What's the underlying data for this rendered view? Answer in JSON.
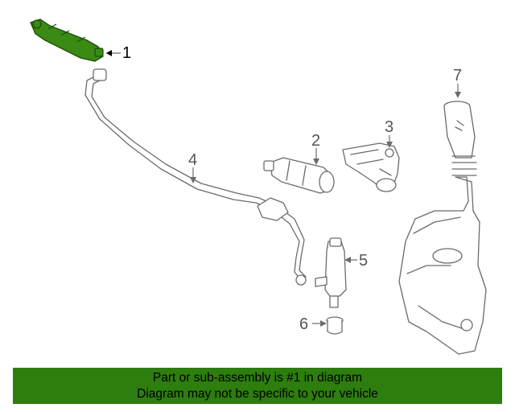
{
  "diagram": {
    "callouts": [
      {
        "id": "1",
        "label": "1"
      },
      {
        "id": "2",
        "label": "2"
      },
      {
        "id": "3",
        "label": "3"
      },
      {
        "id": "4",
        "label": "4"
      },
      {
        "id": "5",
        "label": "5"
      },
      {
        "id": "6",
        "label": "6"
      },
      {
        "id": "7",
        "label": "7"
      }
    ],
    "highlight_color": "#3a8a14",
    "line_color": "#6b6b6b"
  },
  "banner": {
    "line1": "Part or sub-assembly is #1 in diagram",
    "line2": "Diagram may not be specific to your vehicle",
    "background": "#2e7d0f"
  }
}
